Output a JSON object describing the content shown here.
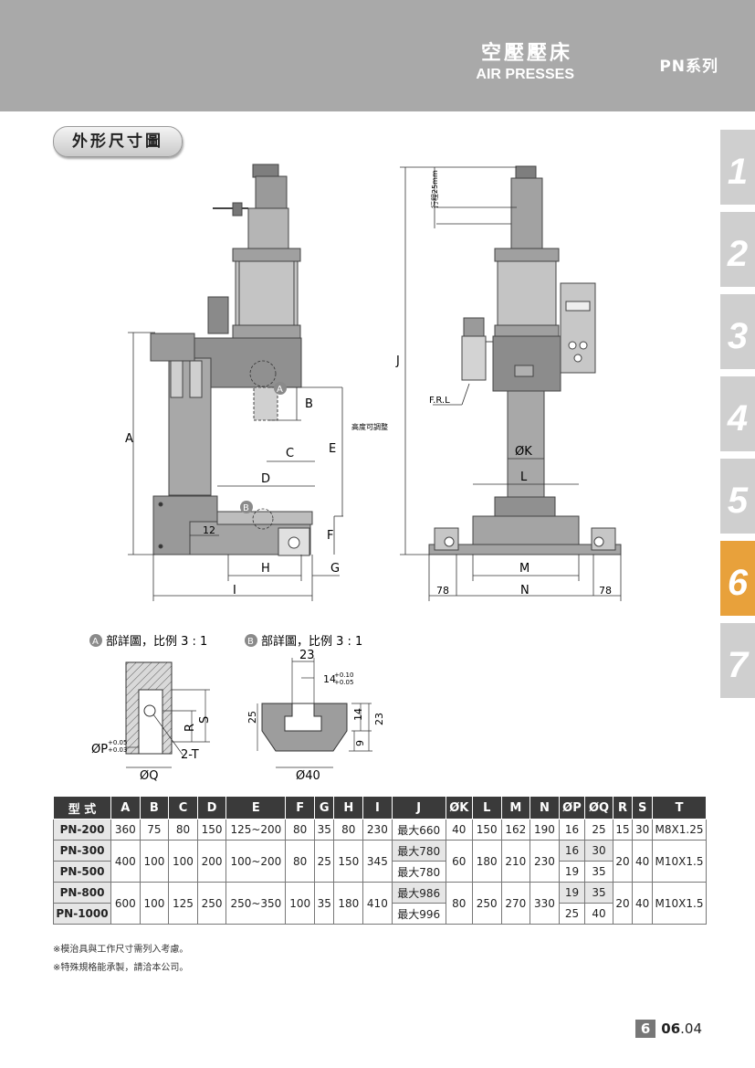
{
  "header": {
    "title_zh": "空壓壓床",
    "title_en": "AIR PRESSES",
    "series": "PN系列"
  },
  "section_title": "外形尺寸圖",
  "tabs": [
    "1",
    "2",
    "3",
    "4",
    "5",
    "6",
    "7"
  ],
  "active_tab": "6",
  "drawing_labels": {
    "A": "A",
    "B": "B",
    "C": "C",
    "D": "D",
    "E": "E",
    "F": "F",
    "G": "G",
    "H": "H",
    "I": "I",
    "J": "J",
    "K": "ØK",
    "L": "L",
    "M": "M",
    "N": "N",
    "left78": "78",
    "right78": "78",
    "dim12": "12",
    "frl": "F.R.L",
    "stroke": "行程25mm",
    "height_adjust": "高度可調整",
    "callout_a": "A",
    "callout_b": "B"
  },
  "detail_a": {
    "badge": "A",
    "caption": "部詳圖，比例 3 : 1",
    "S": "S",
    "R": "R",
    "tol_upper": "+0.05",
    "tol_lower": "+0.03",
    "P": "ØP",
    "T": "2-T",
    "Q": "ØQ"
  },
  "detail_b": {
    "badge": "B",
    "caption": "部詳圖，比例 3 : 1",
    "w23": "23",
    "slot": "14",
    "tol_upper": "+0.10",
    "tol_lower": "+0.05",
    "h25": "25",
    "h14": "14",
    "h23": "23",
    "h9": "9",
    "dia": "Ø40"
  },
  "table": {
    "headers": [
      "型 式",
      "A",
      "B",
      "C",
      "D",
      "E",
      "F",
      "G",
      "H",
      "I",
      "J",
      "ØK",
      "L",
      "M",
      "N",
      "ØP",
      "ØQ",
      "R",
      "S",
      "T"
    ],
    "pn200": [
      "PN-200",
      "360",
      "75",
      "80",
      "150",
      "125~200",
      "80",
      "35",
      "80",
      "230",
      "最大660",
      "40",
      "150",
      "162",
      "190",
      "16",
      "25",
      "15",
      "30",
      "M8X1.25"
    ],
    "g2": {
      "models": [
        "PN-300",
        "PN-500"
      ],
      "A": "400",
      "B": "100",
      "C": "100",
      "D": "200",
      "E": "100~200",
      "F": "80",
      "G": "25",
      "H": "150",
      "I": "345",
      "J": [
        "最大780",
        "最大780"
      ],
      "K": "60",
      "L": "180",
      "M": "210",
      "N": "230",
      "P": [
        "16",
        "19"
      ],
      "Q": [
        "30",
        "35"
      ],
      "R": "20",
      "S": "40",
      "T": "M10X1.5"
    },
    "g3": {
      "models": [
        "PN-800",
        "PN-1000"
      ],
      "A": "600",
      "B": "100",
      "C": "125",
      "D": "250",
      "E": "250~350",
      "F": "100",
      "G": "35",
      "H": "180",
      "I": "410",
      "J": [
        "最大986",
        "最大996"
      ],
      "K": "80",
      "L": "250",
      "M": "270",
      "N": "330",
      "P": [
        "19",
        "25"
      ],
      "Q": [
        "35",
        "40"
      ],
      "R": "20",
      "S": "40",
      "T": "M10X1.5"
    }
  },
  "notes": [
    "※模治具與工作尺寸需列入考慮。",
    "※特殊規格能承製，請洽本公司。"
  ],
  "page": {
    "box": "6",
    "major": "06",
    "minor": ".04"
  },
  "colors": {
    "header_bg": "#a9a9a9",
    "tab_bg": "#cfcfcf",
    "tab_active": "#e8a13b",
    "table_head": "#3a3a3a",
    "machine": "#8f8f8f"
  }
}
